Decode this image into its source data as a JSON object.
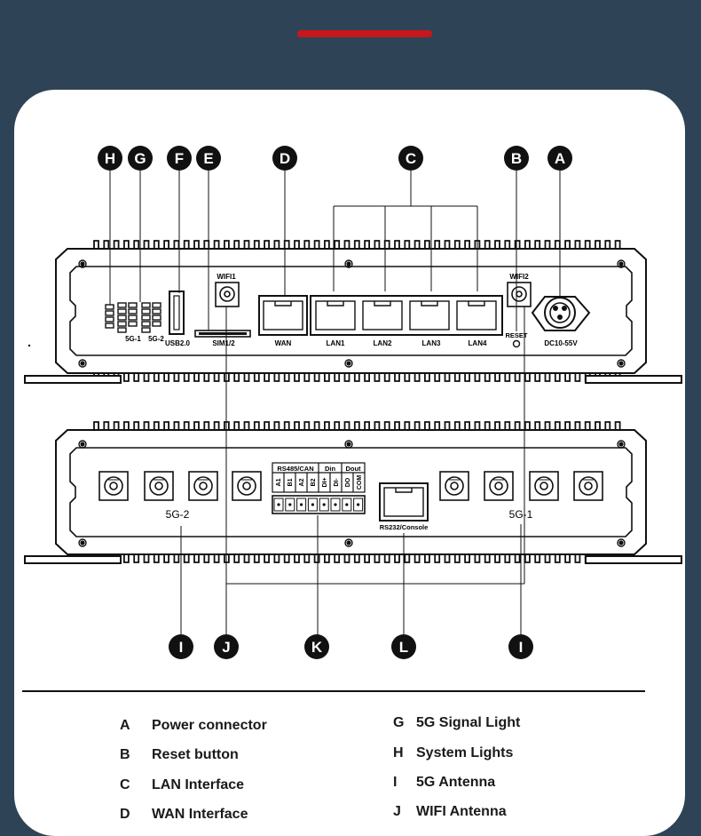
{
  "colors": {
    "background": "#2f4356",
    "card": "#ffffff",
    "accent": "#c8161d",
    "ink": "#111111"
  },
  "callouts": {
    "A": "A",
    "B": "B",
    "C": "C",
    "D": "D",
    "E": "E",
    "F": "F",
    "G": "G",
    "H": "H",
    "I": "I",
    "J": "J",
    "K": "K",
    "L": "L"
  },
  "front_panel": {
    "wifi1": "WIFI1",
    "wifi2": "WIFI2",
    "sim": "SIM1/2",
    "usb": "USB2.0",
    "led_5g1": "5G-1",
    "led_5g2": "5G-2",
    "wan": "WAN",
    "lan1": "LAN1",
    "lan2": "LAN2",
    "lan3": "LAN3",
    "lan4": "LAN4",
    "reset": "RESET",
    "power": "DC10-55V"
  },
  "rear_panel": {
    "rs485": "RS485/CAN",
    "din": "Din",
    "dout": "Dout",
    "pins": [
      "A1",
      "B1",
      "A2",
      "B2",
      "DI+",
      "DI-",
      "DO",
      "COM"
    ],
    "console": "RS232/Console",
    "g52": "5G-2",
    "g51": "5G-1"
  },
  "legend": [
    {
      "key": "A",
      "label": "Power connector"
    },
    {
      "key": "B",
      "label": "Reset button"
    },
    {
      "key": "C",
      "label": "LAN Interface"
    },
    {
      "key": "D",
      "label": "WAN Interface"
    },
    {
      "key": "G",
      "label": "5G Signal Light"
    },
    {
      "key": "H",
      "label": "System Lights"
    },
    {
      "key": "I",
      "label": "5G Antenna"
    },
    {
      "key": "J",
      "label": "WIFI Antenna"
    }
  ]
}
